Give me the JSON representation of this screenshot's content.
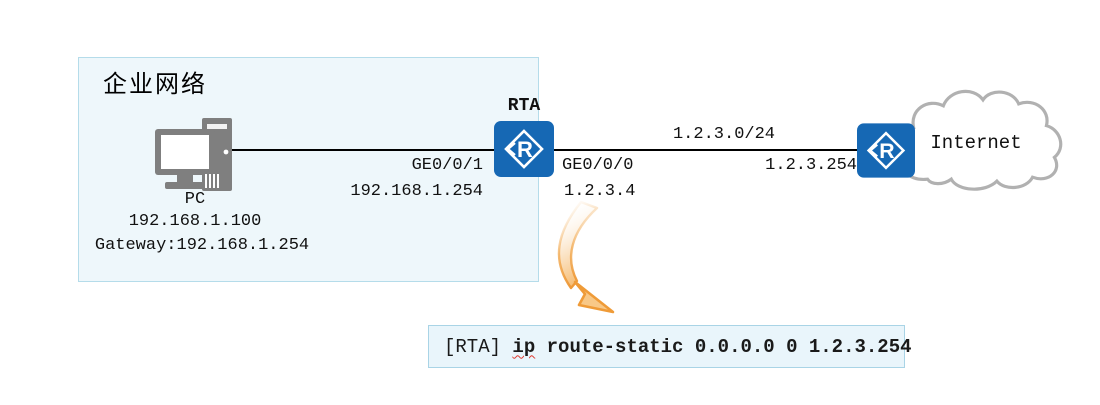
{
  "diagram": {
    "enterprise_box": {
      "title": "企业网络",
      "pc": {
        "label": "PC",
        "ip": "192.168.1.100",
        "gateway": "Gateway:192.168.1.254"
      }
    },
    "rta": {
      "label": "RTA",
      "lan_interface": {
        "name": "GE0/0/1",
        "ip": "192.168.1.254"
      },
      "wan_interface": {
        "name": "GE0/0/0",
        "ip": "1.2.3.4"
      }
    },
    "wan_link": {
      "network": "1.2.3.0/24",
      "far_end_ip": "1.2.3.254"
    },
    "internet": {
      "label": "Internet"
    },
    "command": {
      "prompt": "[RTA] ",
      "keyword": "ip",
      "rest": " route-static 0.0.0.0 0 1.2.3.254"
    },
    "colors": {
      "router_blue": "#1668b4",
      "box_bg": "#eef7fb",
      "box_border": "#b5dcea",
      "cmd_bg": "#e9f5fb",
      "cmd_border": "#a9d4e6",
      "cloud_gray": "#b1b1b1",
      "pc_gray": "#7f7f7f",
      "arrow_orange": "#ef9b38"
    }
  }
}
